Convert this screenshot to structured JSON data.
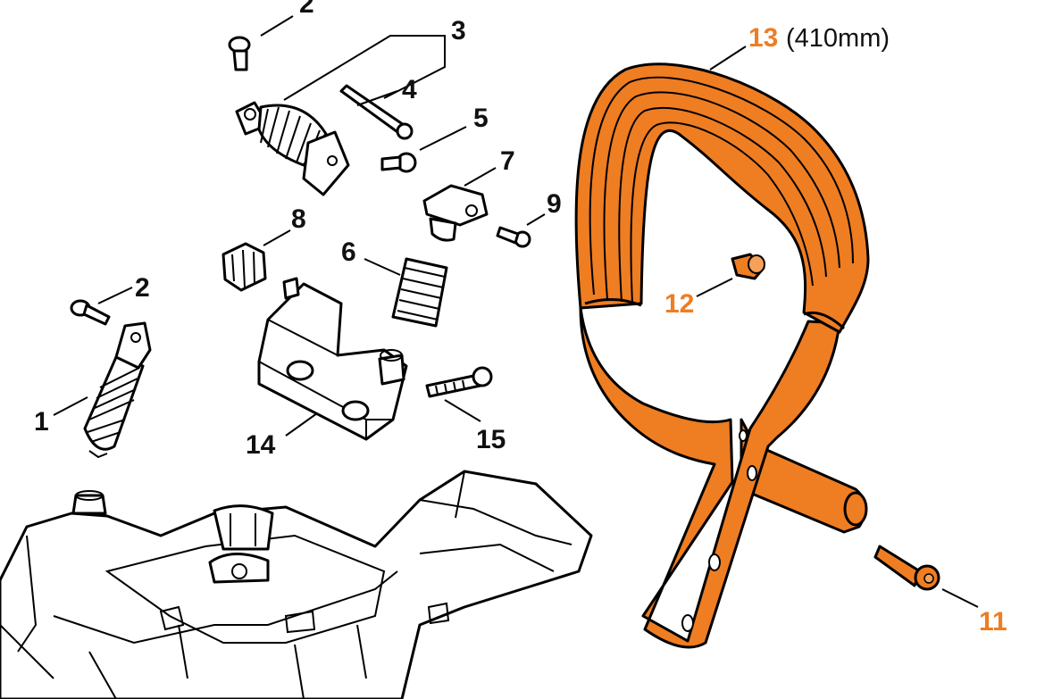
{
  "colors": {
    "highlight": "#ef7d22",
    "highlight_light": "#f6a05a",
    "ink": "#000000",
    "label": "#111111"
  },
  "parts": [
    {
      "id": "p1",
      "number": "1",
      "highlighted": false
    },
    {
      "id": "p2a",
      "number": "2",
      "highlighted": false
    },
    {
      "id": "p2b",
      "number": "2",
      "highlighted": false
    },
    {
      "id": "p3",
      "number": "3",
      "highlighted": false
    },
    {
      "id": "p4",
      "number": "4",
      "highlighted": false
    },
    {
      "id": "p5",
      "number": "5",
      "highlighted": false
    },
    {
      "id": "p6",
      "number": "6",
      "highlighted": false
    },
    {
      "id": "p7",
      "number": "7",
      "highlighted": false
    },
    {
      "id": "p8",
      "number": "8",
      "highlighted": false
    },
    {
      "id": "p9",
      "number": "9",
      "highlighted": false
    },
    {
      "id": "p11",
      "number": "11",
      "highlighted": true
    },
    {
      "id": "p12",
      "number": "12",
      "highlighted": true
    },
    {
      "id": "p13",
      "number": "13",
      "note": "(410mm)",
      "highlighted": true
    },
    {
      "id": "p14",
      "number": "14",
      "highlighted": false
    },
    {
      "id": "p15",
      "number": "15",
      "highlighted": false
    }
  ]
}
